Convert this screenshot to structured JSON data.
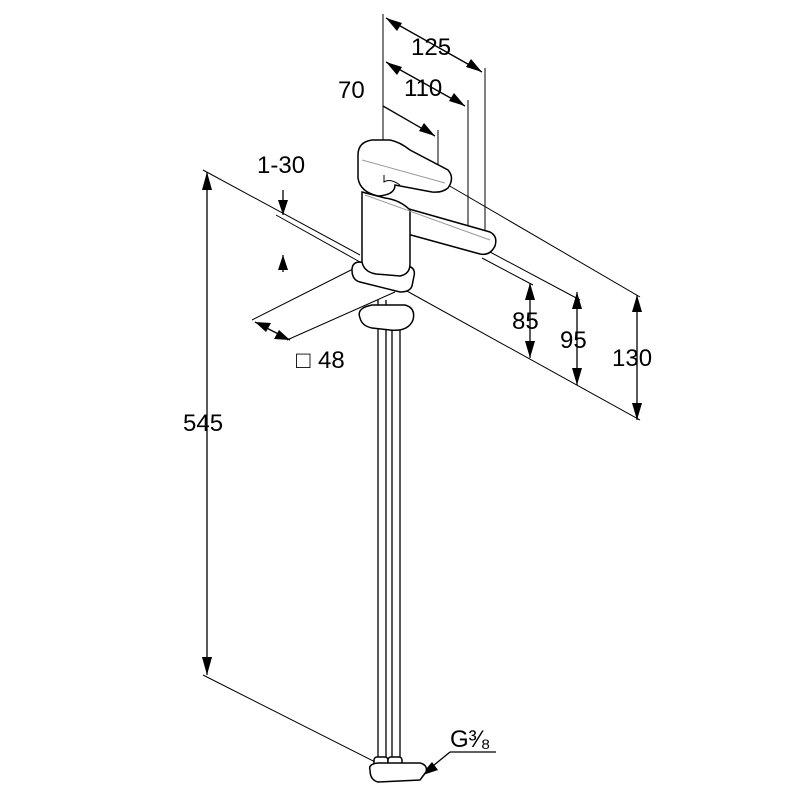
{
  "dimensions": {
    "width_125": "125",
    "width_110": "110",
    "width_70": "70",
    "deck_thickness": "1-30",
    "base_square": "48",
    "base_square_symbol": "□",
    "total_height": "545",
    "height_85": "85",
    "height_95": "95",
    "height_130": "130",
    "connection_thread": "G³⁄₈"
  }
}
